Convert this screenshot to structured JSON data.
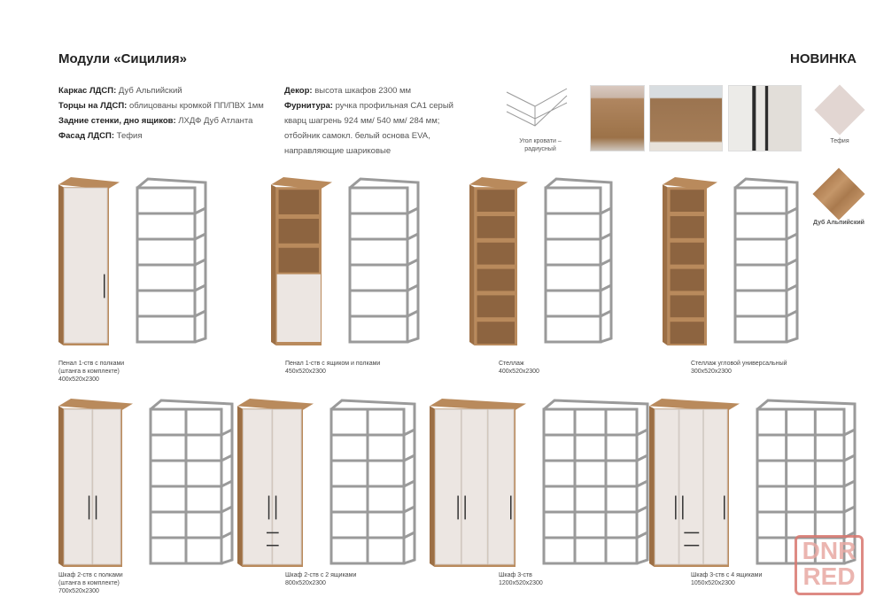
{
  "title": "Модули «Сицилия»",
  "badge": "НОВИНКА",
  "specs_left": [
    {
      "key": "Каркас ЛДСП:",
      "value": "Дуб Альпийский"
    },
    {
      "key": "Торцы на ЛДСП:",
      "value": "облицованы кромкой ПП/ПВХ 1мм"
    },
    {
      "key": "Задние стенки, дно ящиков:",
      "value": "ЛХДФ Дуб Атланта"
    },
    {
      "key": "Фасад ЛДСП:",
      "value": "Тефия"
    }
  ],
  "specs_right": [
    {
      "key": "Декор:",
      "value": "высота шкафов 2300 мм"
    },
    {
      "key": "Фурнитура:",
      "value": "ручка профильная CA1 серый"
    },
    {
      "key": "",
      "value": "кварц шагрень 924 мм/ 540 мм/ 284 мм;"
    },
    {
      "key": "",
      "value": "отбойник самокл. белый основа EVA,"
    },
    {
      "key": "",
      "value": "направляющие шариковые"
    }
  ],
  "corner_caption": "Угол кровати – радиусный",
  "swatches": [
    {
      "name": "Тефия",
      "color": "#e2d6d2"
    },
    {
      "name": "Дуб Альпийский",
      "color": "#b7875a"
    }
  ],
  "colors": {
    "wood": "#b98a5c",
    "wood_dark": "#9c6f45",
    "facade": "#ece6e2",
    "frame": "#9a9a9a"
  },
  "products": [
    {
      "name": "Пенал 1-ств с полками",
      "note": "(штанга в комплекте)",
      "size": "400x520x2300"
    },
    {
      "name": "Пенал 1-ств с ящиком и полками",
      "note": "",
      "size": "450x520x2300"
    },
    {
      "name": "Стеллаж",
      "note": "",
      "size": "400x520x2300"
    },
    {
      "name": "Стеллаж угловой универсальный",
      "note": "",
      "size": "300x520x2300"
    },
    {
      "name": "Шкаф 2-ств с полками",
      "note": "(штанга в комплекте)",
      "size": "700x520x2300"
    },
    {
      "name": "Шкаф 2-ств с 2 ящиками",
      "note": "",
      "size": "800x520x2300"
    },
    {
      "name": "Шкаф 3-ств",
      "note": "",
      "size": "1200x520x2300"
    },
    {
      "name": "Шкаф 3-ств с 4 ящиками",
      "note": "",
      "size": "1050x520x2300"
    }
  ],
  "watermark": [
    "DNR",
    "RED"
  ]
}
